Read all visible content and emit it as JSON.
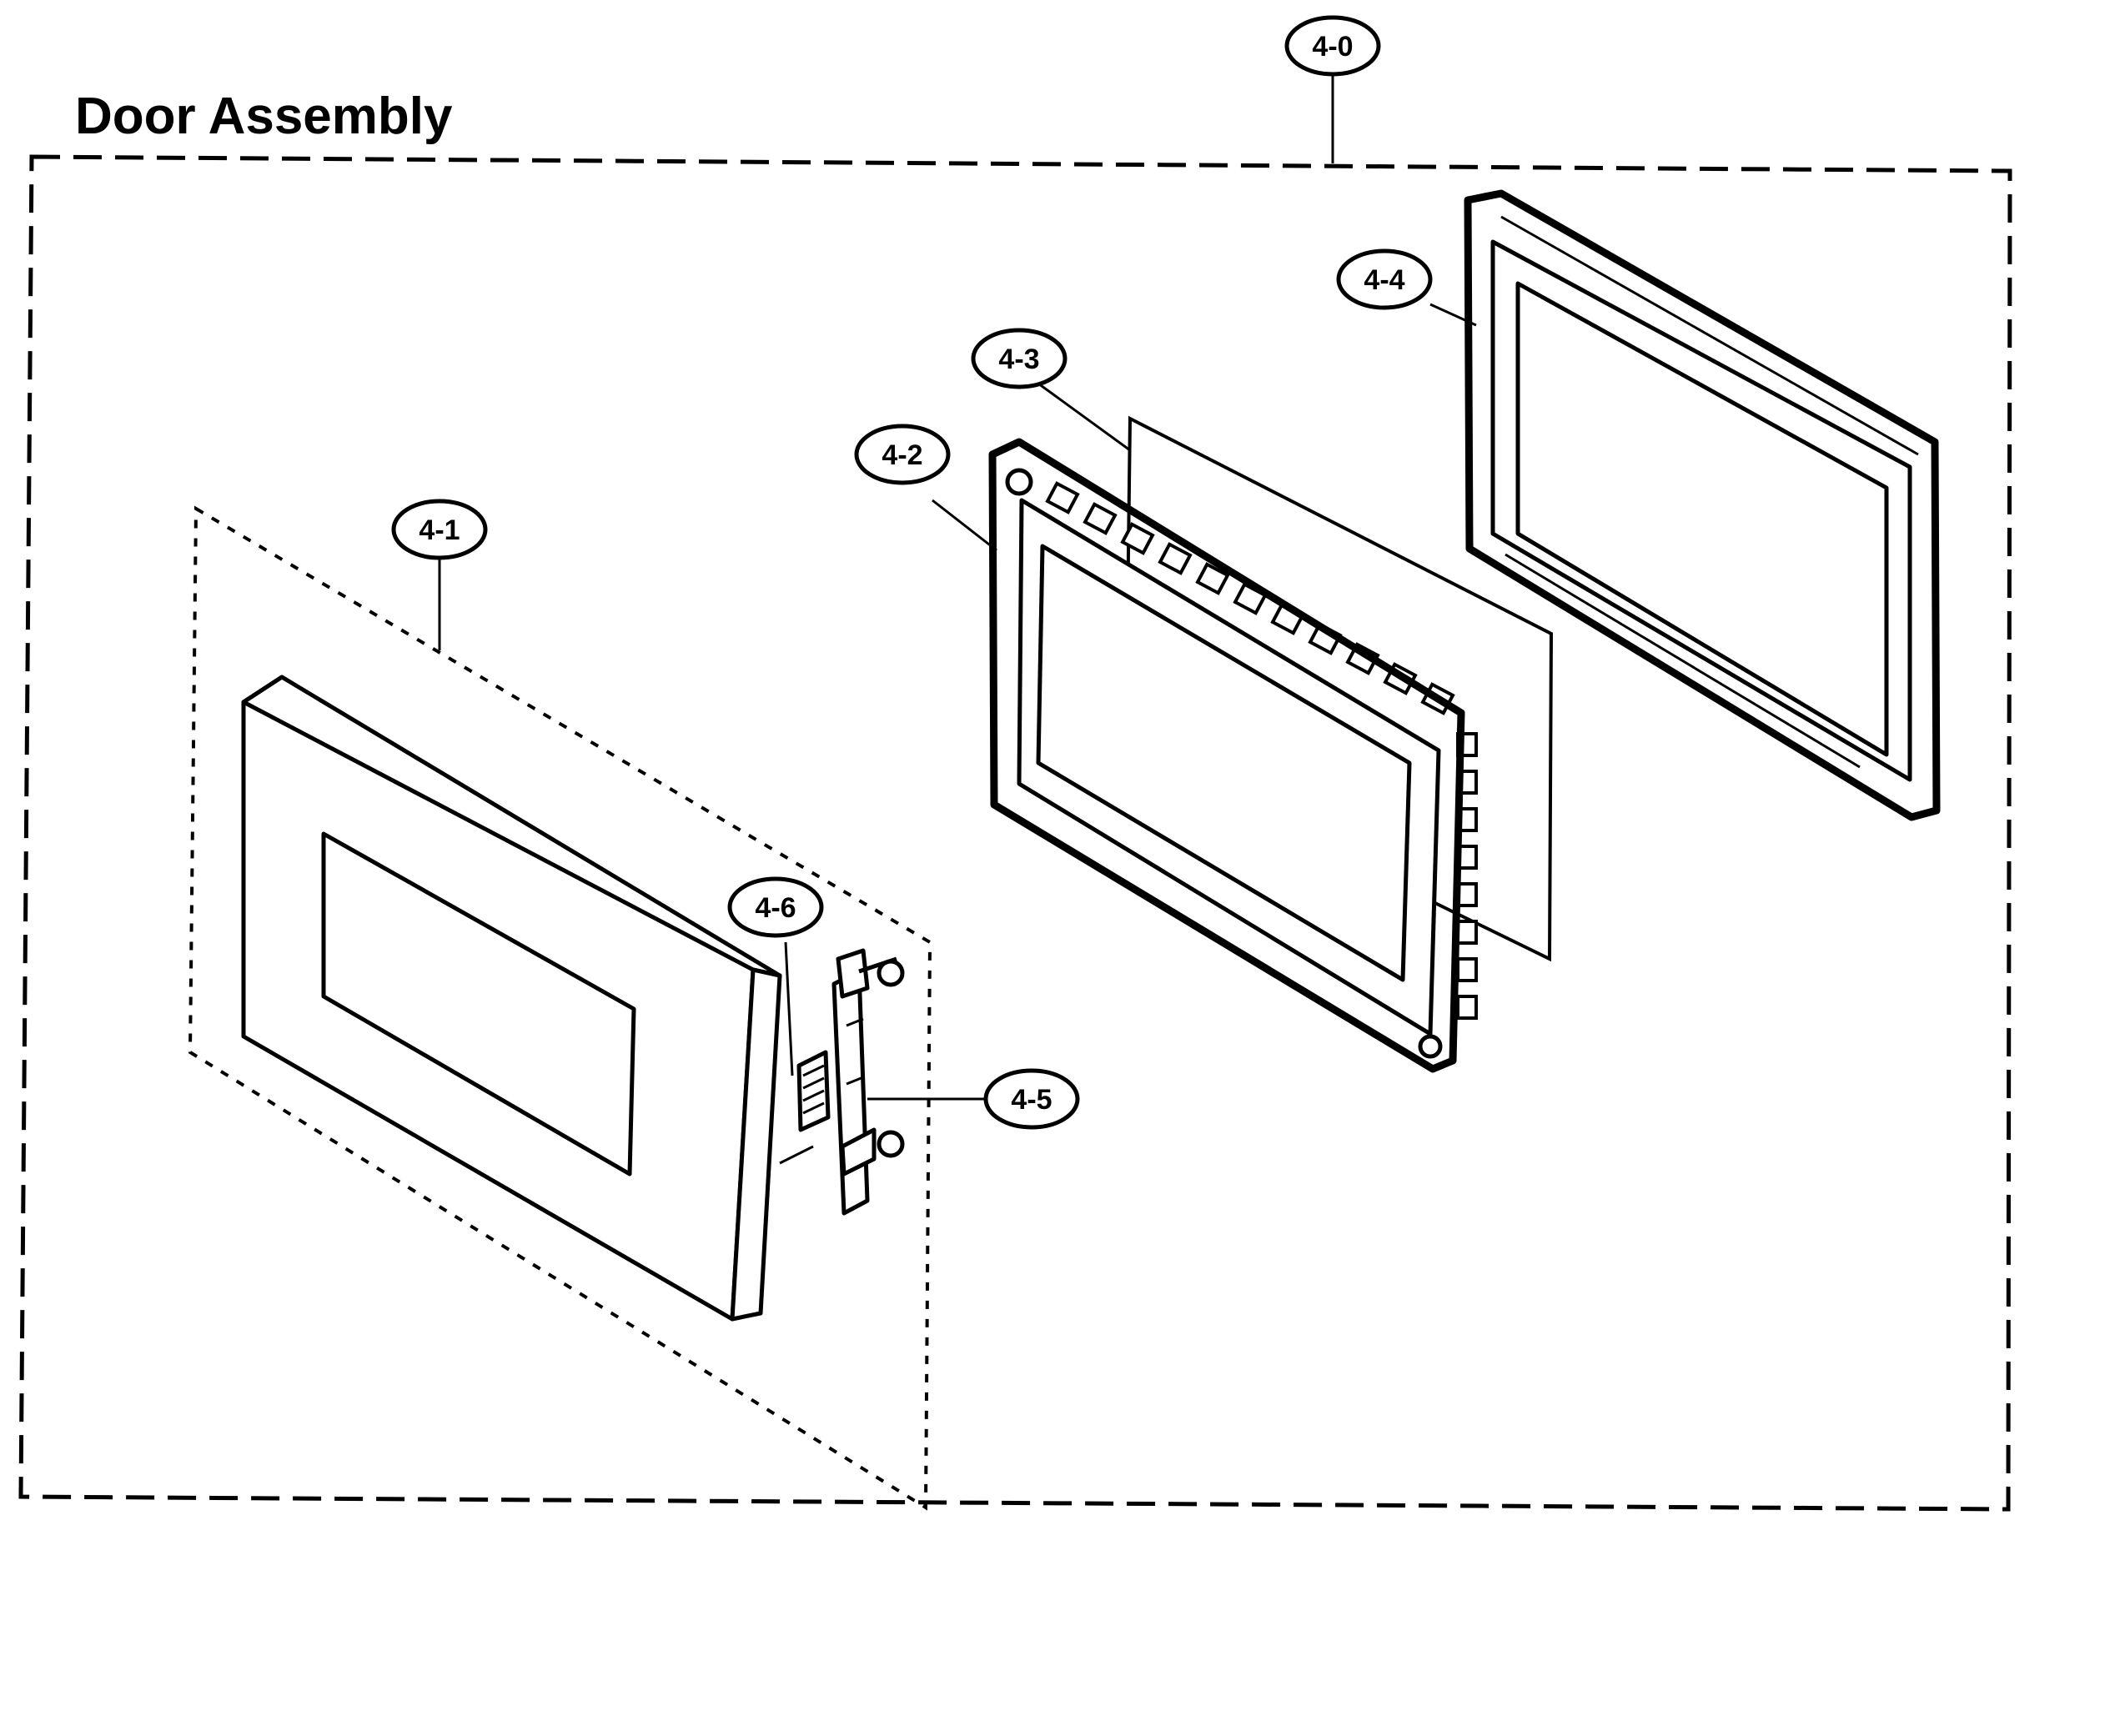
{
  "title": "Door Assembly",
  "callouts": [
    {
      "id": "4-0",
      "label": "4-0"
    },
    {
      "id": "4-1",
      "label": "4-1"
    },
    {
      "id": "4-2",
      "label": "4-2"
    },
    {
      "id": "4-3",
      "label": "4-3"
    },
    {
      "id": "4-4",
      "label": "4-4"
    },
    {
      "id": "4-5",
      "label": "4-5"
    },
    {
      "id": "4-6",
      "label": "4-6"
    }
  ]
}
